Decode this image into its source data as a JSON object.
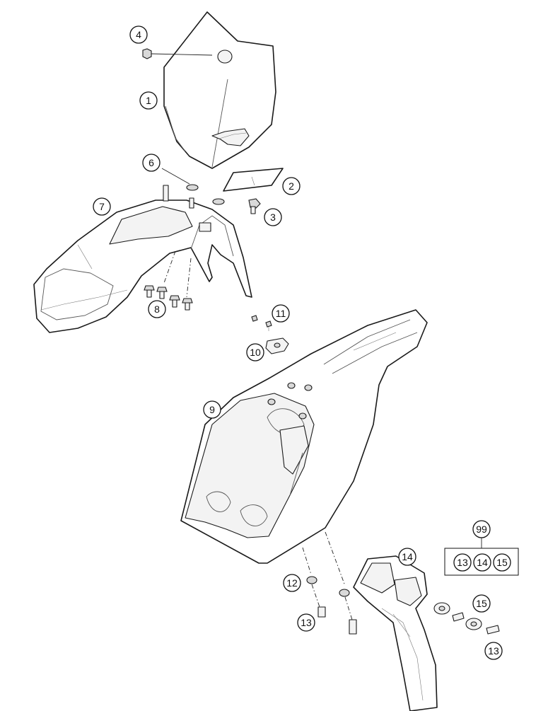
{
  "callouts": {
    "c1": "1",
    "c2": "2",
    "c3": "3",
    "c4": "4",
    "c6": "6",
    "c7": "7",
    "c8": "8",
    "c9": "9",
    "c10": "10",
    "c11": "11",
    "c12": "12",
    "c13a": "13",
    "c13b": "13",
    "c13c": "13",
    "c14a": "14",
    "c14b": "14",
    "c15a": "15",
    "c15b": "15",
    "c99": "99"
  }
}
